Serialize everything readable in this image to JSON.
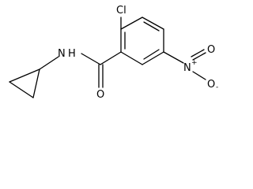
{
  "molecule": {
    "atoms": {
      "chlorine": "Cl",
      "amide_nitrogen": "N",
      "amide_hydrogen": "H",
      "carbonyl_oxygen": "O",
      "nitro_nitrogen": "N",
      "nitro_nitrogen_charge": "+",
      "nitro_oxygen_top": "O",
      "nitro_oxygen_bottom": "O",
      "nitro_oxygen_charge": "-"
    }
  }
}
